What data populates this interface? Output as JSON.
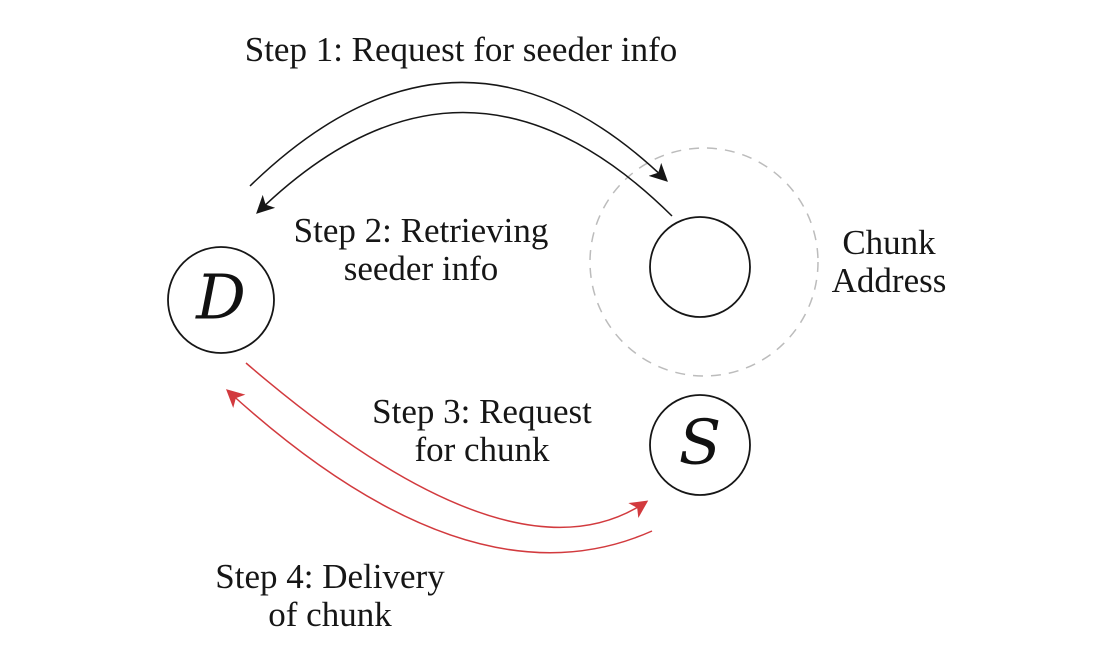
{
  "colors": {
    "line_black": "#161616",
    "arrow_red": "#d23a3e",
    "dashed_gray": "#bcbcbc",
    "background": "#ffffff"
  },
  "nodes": {
    "downloader": {
      "label": "D"
    },
    "seeder": {
      "label": "S"
    },
    "chunk_address": {
      "line1": "Chunk",
      "line2": "Address"
    }
  },
  "steps": {
    "step1": {
      "label": "Step 1: Request for seeder info"
    },
    "step2": {
      "line1": "Step 2: Retrieving",
      "line2": "seeder info"
    },
    "step3": {
      "line1": "Step 3: Request",
      "line2": "for chunk"
    },
    "step4": {
      "line1": "Step 4: Delivery",
      "line2": "of chunk"
    }
  }
}
